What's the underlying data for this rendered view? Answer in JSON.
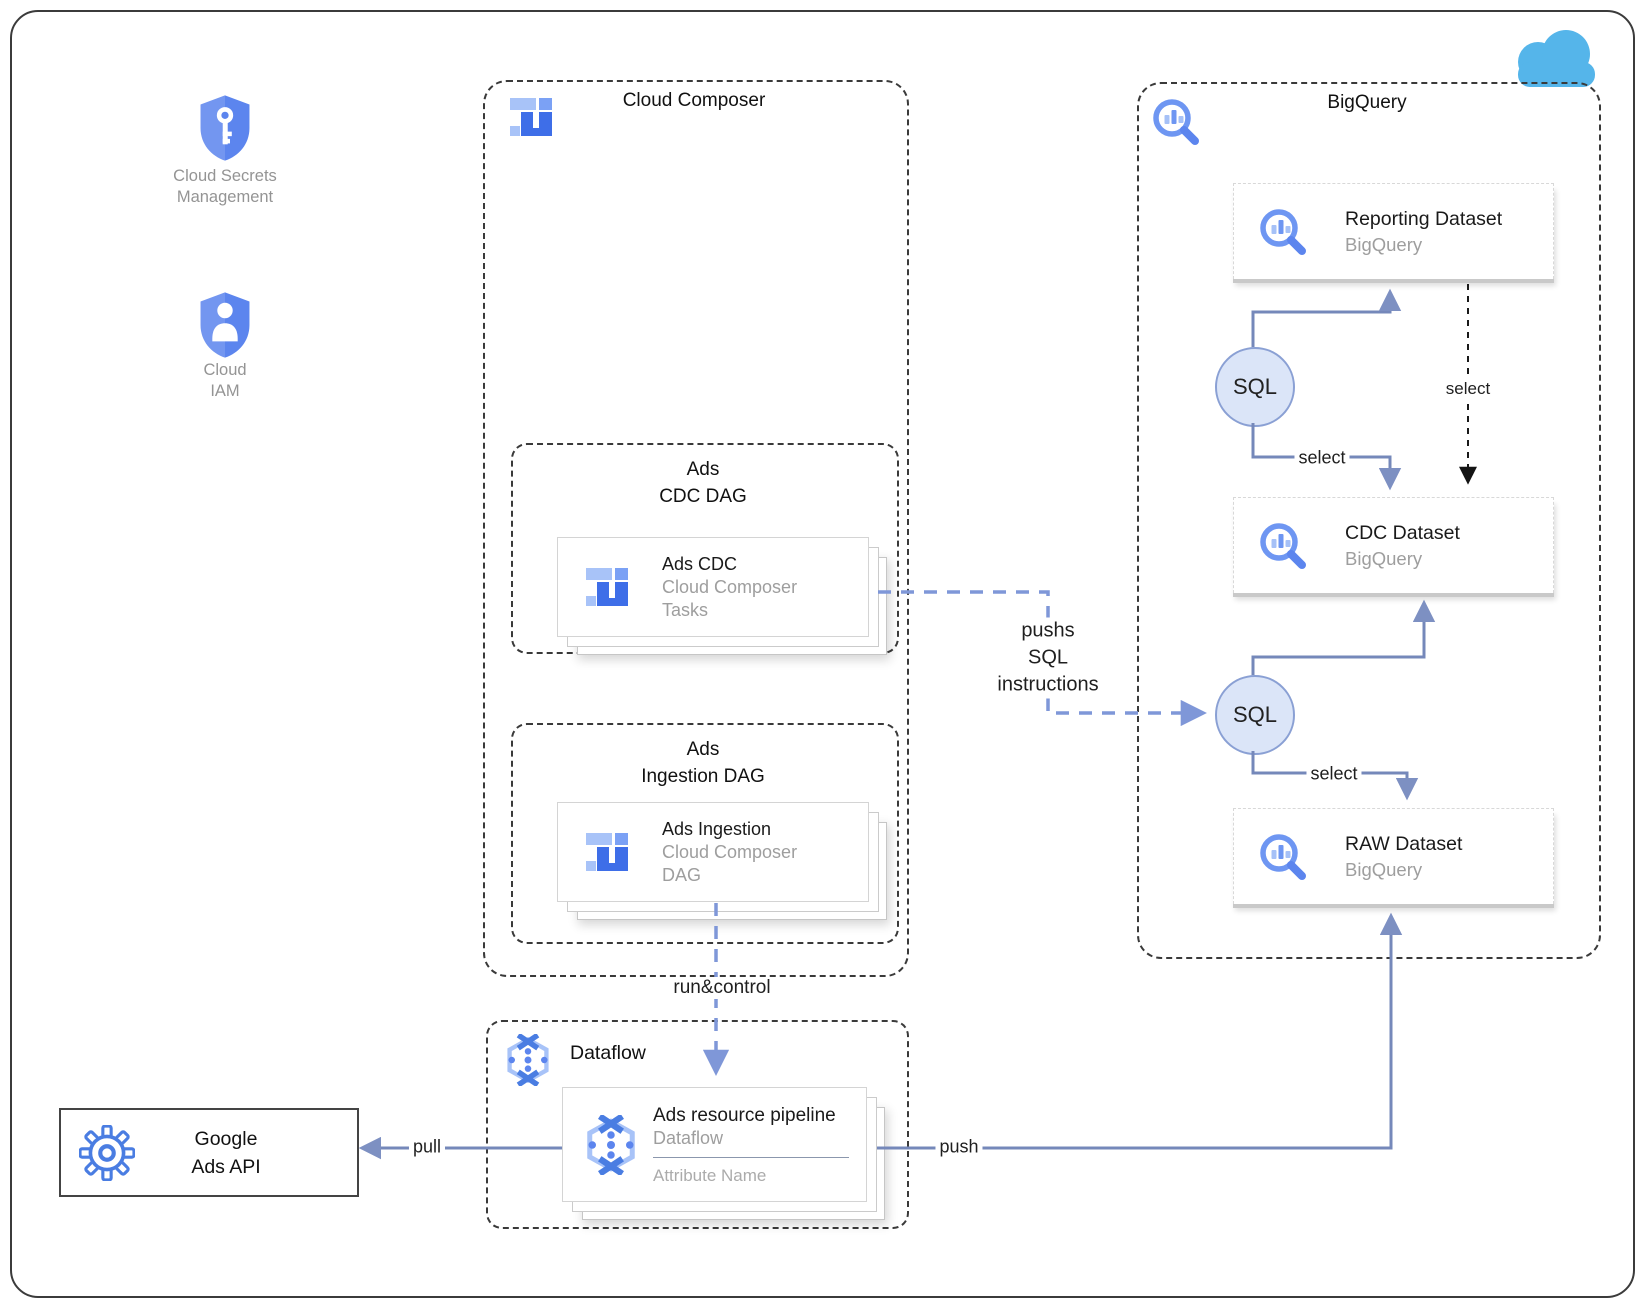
{
  "colors": {
    "accent_blue": "#5C85EE",
    "light_blue": "#A8C3F8",
    "dark_blue": "#3E6EE8",
    "solid_line_blue": "#7588ba",
    "dashed_line_blue": "#7f97d8",
    "sql_fill": "#dbe5f8",
    "sql_stroke": "#8aa0d4",
    "cloud_blue": "#55B5EA",
    "gray_text": "#9e9e9e",
    "border_dark": "#3a3a3a"
  },
  "left_panel": {
    "secrets": {
      "line1": "Cloud Secrets",
      "line2": "Management"
    },
    "iam": {
      "line1": "Cloud",
      "line2": "IAM"
    }
  },
  "composer": {
    "title": "Cloud Composer",
    "cdc_dag": {
      "line1": "Ads",
      "line2": "CDC DAG",
      "card": {
        "title": "Ads CDC",
        "sub1": "Cloud Composer",
        "sub2": "Tasks"
      }
    },
    "ingestion_dag": {
      "line1": "Ads",
      "line2": "Ingestion DAG",
      "card": {
        "title": "Ads Ingestion",
        "sub1": "Cloud Composer",
        "sub2": "DAG"
      }
    }
  },
  "bigquery": {
    "title": "BigQuery",
    "reporting": {
      "title": "Reporting Dataset",
      "subtitle": "BigQuery"
    },
    "cdc": {
      "title": "CDC Dataset",
      "subtitle": "BigQuery"
    },
    "raw": {
      "title": "RAW Dataset",
      "subtitle": "BigQuery"
    },
    "sql_top": "SQL",
    "sql_bottom": "SQL"
  },
  "dataflow": {
    "title": "Dataflow",
    "card": {
      "title": "Ads resource pipeline",
      "sub": "Dataflow",
      "attribute": "Attribute Name"
    }
  },
  "ads_api": {
    "line1": "Google",
    "line2": "Ads API"
  },
  "edges": {
    "push_sql": {
      "line1": "pushs",
      "line2": "SQL",
      "line3": "instructions"
    },
    "run_control": "run&control",
    "select_reporting": "select",
    "select_to_cdc": "select",
    "select_to_raw": "select",
    "pull": "pull",
    "push": "push"
  }
}
